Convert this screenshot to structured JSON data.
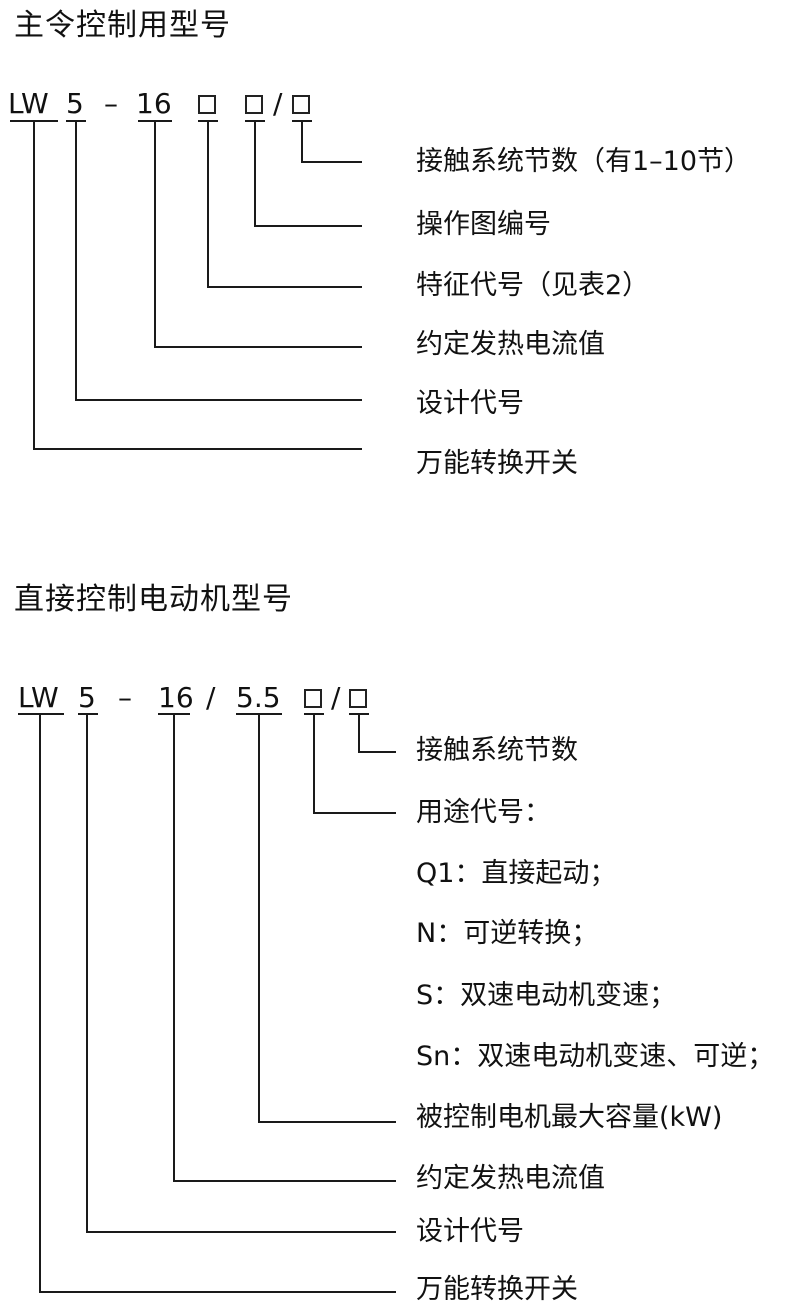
{
  "section1": {
    "title": "主令控制用型号",
    "code": {
      "lw": "LW",
      "design": "5",
      "dash": "–",
      "current": "16",
      "slash": "/"
    },
    "labels": [
      "接触系统节数（有1–10节）",
      "操作图编号",
      "特征代号（见表2）",
      "约定发热电流值",
      "设计代号",
      "万能转换开关"
    ]
  },
  "section2": {
    "title": "直接控制电动机型号",
    "code": {
      "lw": "LW",
      "design": "5",
      "dash": "–",
      "current": "16",
      "slash1": "/",
      "capacity": "5.5",
      "slash2": "/"
    },
    "labels": [
      "接触系统节数",
      "用途代号：",
      "Q1：直接起动；",
      "N：可逆转换；",
      "S：双速电动机变速；",
      "Sn：双速电动机变速、可逆；",
      "被控制电机最大容量(kW)",
      "约定发热电流值",
      "设计代号",
      "万能转换开关"
    ]
  }
}
